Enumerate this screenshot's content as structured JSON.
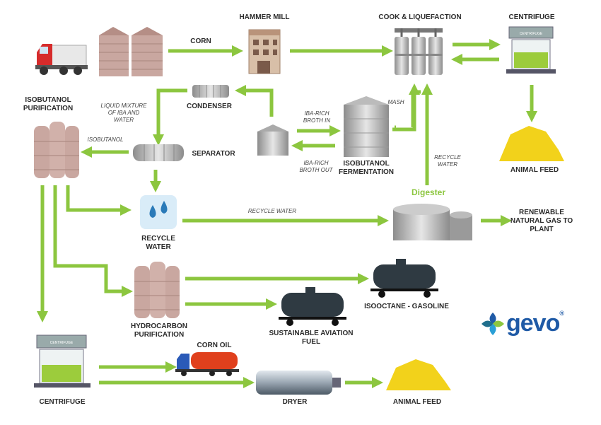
{
  "labels": {
    "corn": "CORN",
    "hammer_mill": "HAMMER MILL",
    "cook_liquefaction": "COOK & LIQUEFACTION",
    "centrifuge_top": "CENTRIFUGE",
    "condenser": "CONDENSER",
    "isobutanol_purification": "ISOBUTANOL PURIFICATION",
    "separator": "SEPARATOR",
    "isobutanol_fermentation": "ISOBUTANOL FERMENTATION",
    "animal_feed_top": "ANIMAL FEED",
    "recycle_water": "RECYCLE WATER",
    "digester": "Digester",
    "renewable_gas": "RENEWABLE NATURAL GAS TO PLANT",
    "hydrocarbon_purification": "HYDROCARBON PURIFICATION",
    "isooctane": "ISOOCTANE - GASOLINE",
    "saf": "SUSTAINABLE AVIATION FUEL",
    "corn_oil": "CORN OIL",
    "centrifuge_bottom": "CENTRIFUGE",
    "dryer": "DRYER",
    "animal_feed_bottom": "ANIMAL FEED"
  },
  "flow_labels": {
    "mash": "MASH",
    "liquid_mixture": "LIQUID MIXTURE OF IBA AND WATER",
    "iba_rich_in": "IBA-RICH BROTH IN",
    "iba_rich_out": "IBA-RICH BROTH OUT",
    "isobutanol": "ISOBUTANOL",
    "recycle_water_vertical": "RECYCLE WATER",
    "recycle_water_horizontal": "RECYCLE WATER"
  },
  "equipment_text": {
    "centrifuge_plate": "CENTRIFUGE"
  },
  "logo": {
    "text": "gevo",
    "registered": "®"
  },
  "colors": {
    "arrow": "#8cc63f",
    "silo": "#c9a7a0",
    "steel": "#a8a8a8",
    "feed": "#f2d21b",
    "logo_blue": "#1f5aa6"
  }
}
